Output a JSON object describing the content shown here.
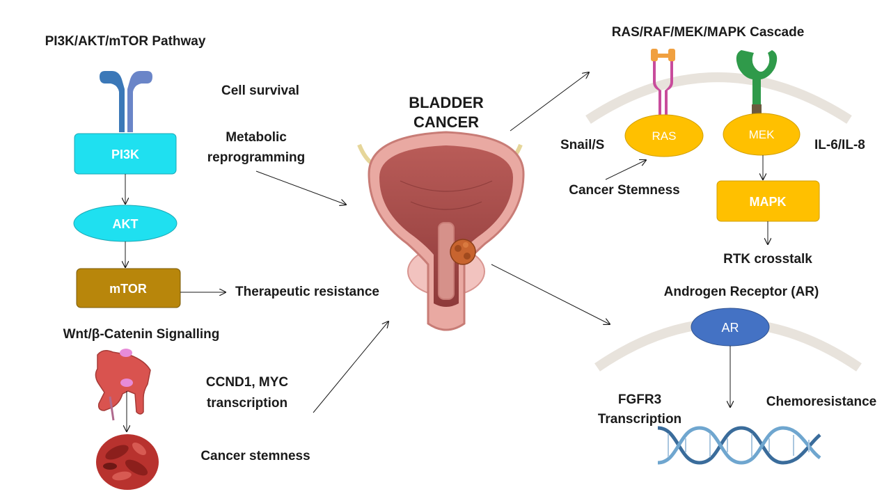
{
  "pi3k_section": {
    "title": "PI3K/AKT/mTOR Pathway",
    "nodes": {
      "pi3k": "PI3K",
      "akt": "AKT",
      "mtor": "mTOR"
    },
    "effects": {
      "cell_survival": "Cell survival",
      "metabolic_1": "Metabolic",
      "metabolic_2": "reprogramming",
      "therapeutic_resistance": "Therapeutic resistance"
    }
  },
  "wnt_section": {
    "title": "Wnt/β-Catenin Signalling",
    "ccnd1_1": "CCND1, MYC",
    "ccnd1_2": "transcription",
    "stemness": "Cancer stemness"
  },
  "center": {
    "title_1": "BLADDER",
    "title_2": "CANCER"
  },
  "ras_section": {
    "title": "RAS/RAF/MEK/MAPK Cascade",
    "nodes": {
      "ras": "RAS",
      "mek": "MEK",
      "mapk": "MAPK"
    },
    "snail": "Snail/S",
    "il": "IL-6/IL-8",
    "stemness": "Cancer Stemness",
    "rtk": "RTK crosstalk"
  },
  "ar_section": {
    "title": "Androgen Receptor (AR)",
    "node": "AR",
    "fgfr3_1": "FGFR3",
    "fgfr3_2": "Transcription",
    "chemo": "Chemoresistance"
  },
  "colors": {
    "cyan": "#1fe0f0",
    "mtor": "#b8860b",
    "yellow": "#ffc000",
    "ar_blue": "#4472c4",
    "receptor_blue": "#3b78b8",
    "bladder": "#d98b84"
  }
}
